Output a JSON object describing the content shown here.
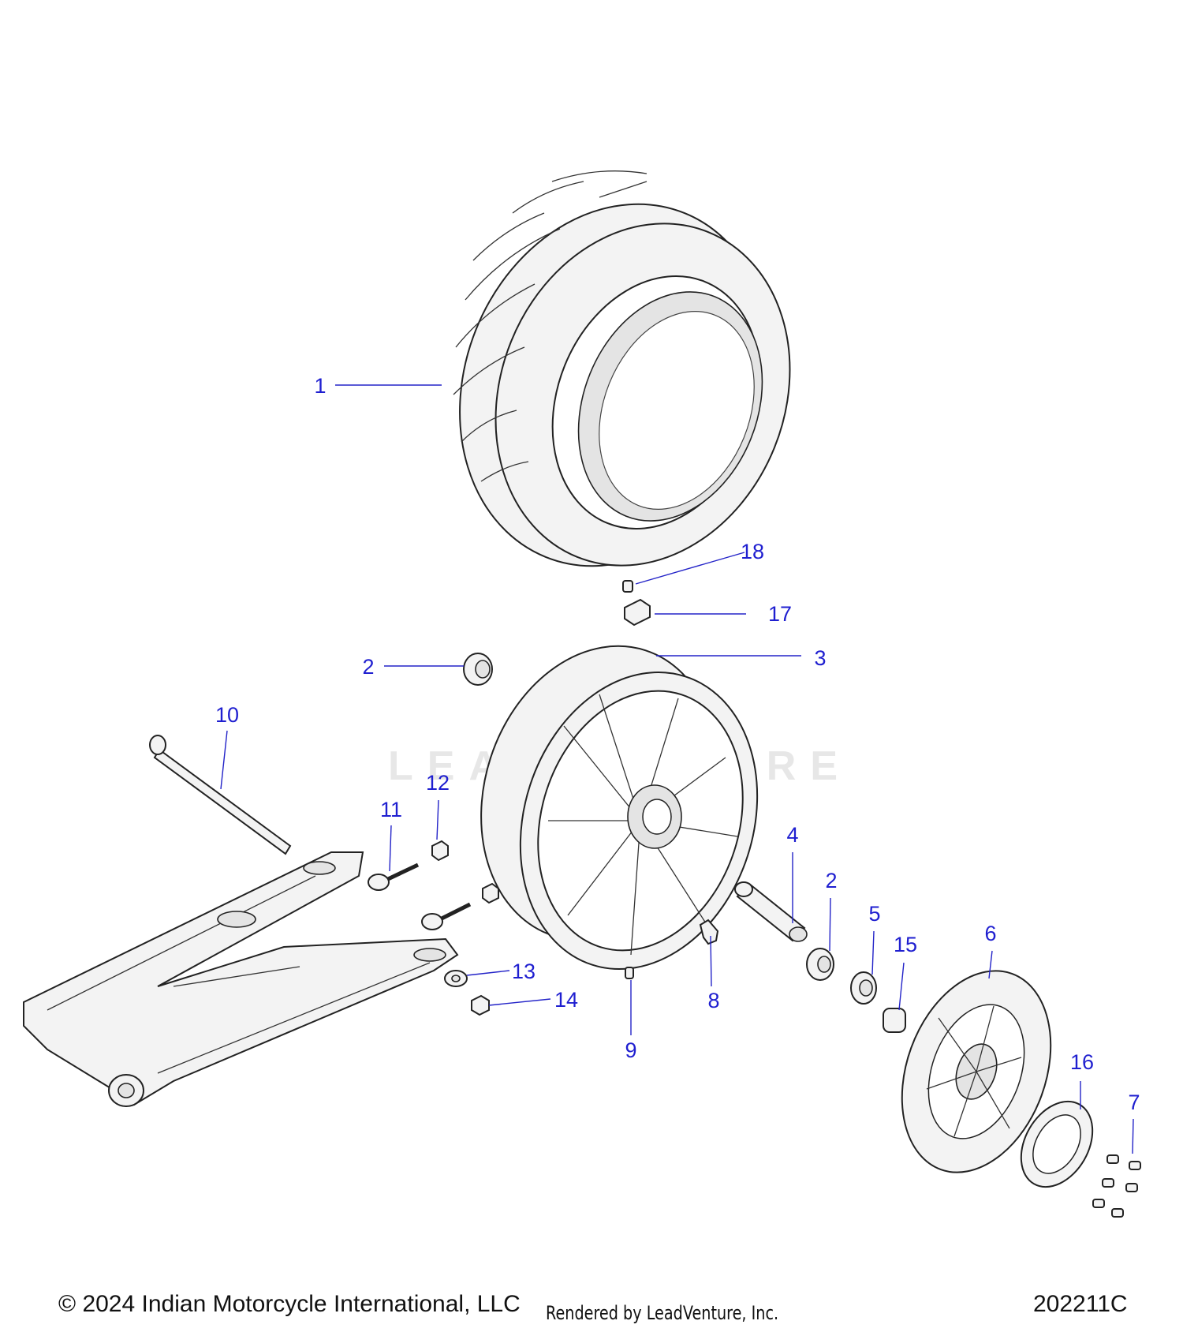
{
  "watermark": "LEADVENTURE",
  "callouts": [
    {
      "id": "c1",
      "label": "1"
    },
    {
      "id": "c2a",
      "label": "2"
    },
    {
      "id": "c2b",
      "label": "2"
    },
    {
      "id": "c3",
      "label": "3"
    },
    {
      "id": "c4",
      "label": "4"
    },
    {
      "id": "c5",
      "label": "5"
    },
    {
      "id": "c6",
      "label": "6"
    },
    {
      "id": "c7",
      "label": "7"
    },
    {
      "id": "c8",
      "label": "8"
    },
    {
      "id": "c9",
      "label": "9"
    },
    {
      "id": "c10",
      "label": "10"
    },
    {
      "id": "c11",
      "label": "11"
    },
    {
      "id": "c12",
      "label": "12"
    },
    {
      "id": "c13",
      "label": "13"
    },
    {
      "id": "c14",
      "label": "14"
    },
    {
      "id": "c15",
      "label": "15"
    },
    {
      "id": "c16",
      "label": "16"
    },
    {
      "id": "c17",
      "label": "17"
    },
    {
      "id": "c18",
      "label": "18"
    }
  ],
  "footer": {
    "copyright": "© 2024 Indian Motorcycle International, LLC",
    "rendered_by": "Rendered by LeadVenture, Inc.",
    "drawing_number": "202211C"
  }
}
